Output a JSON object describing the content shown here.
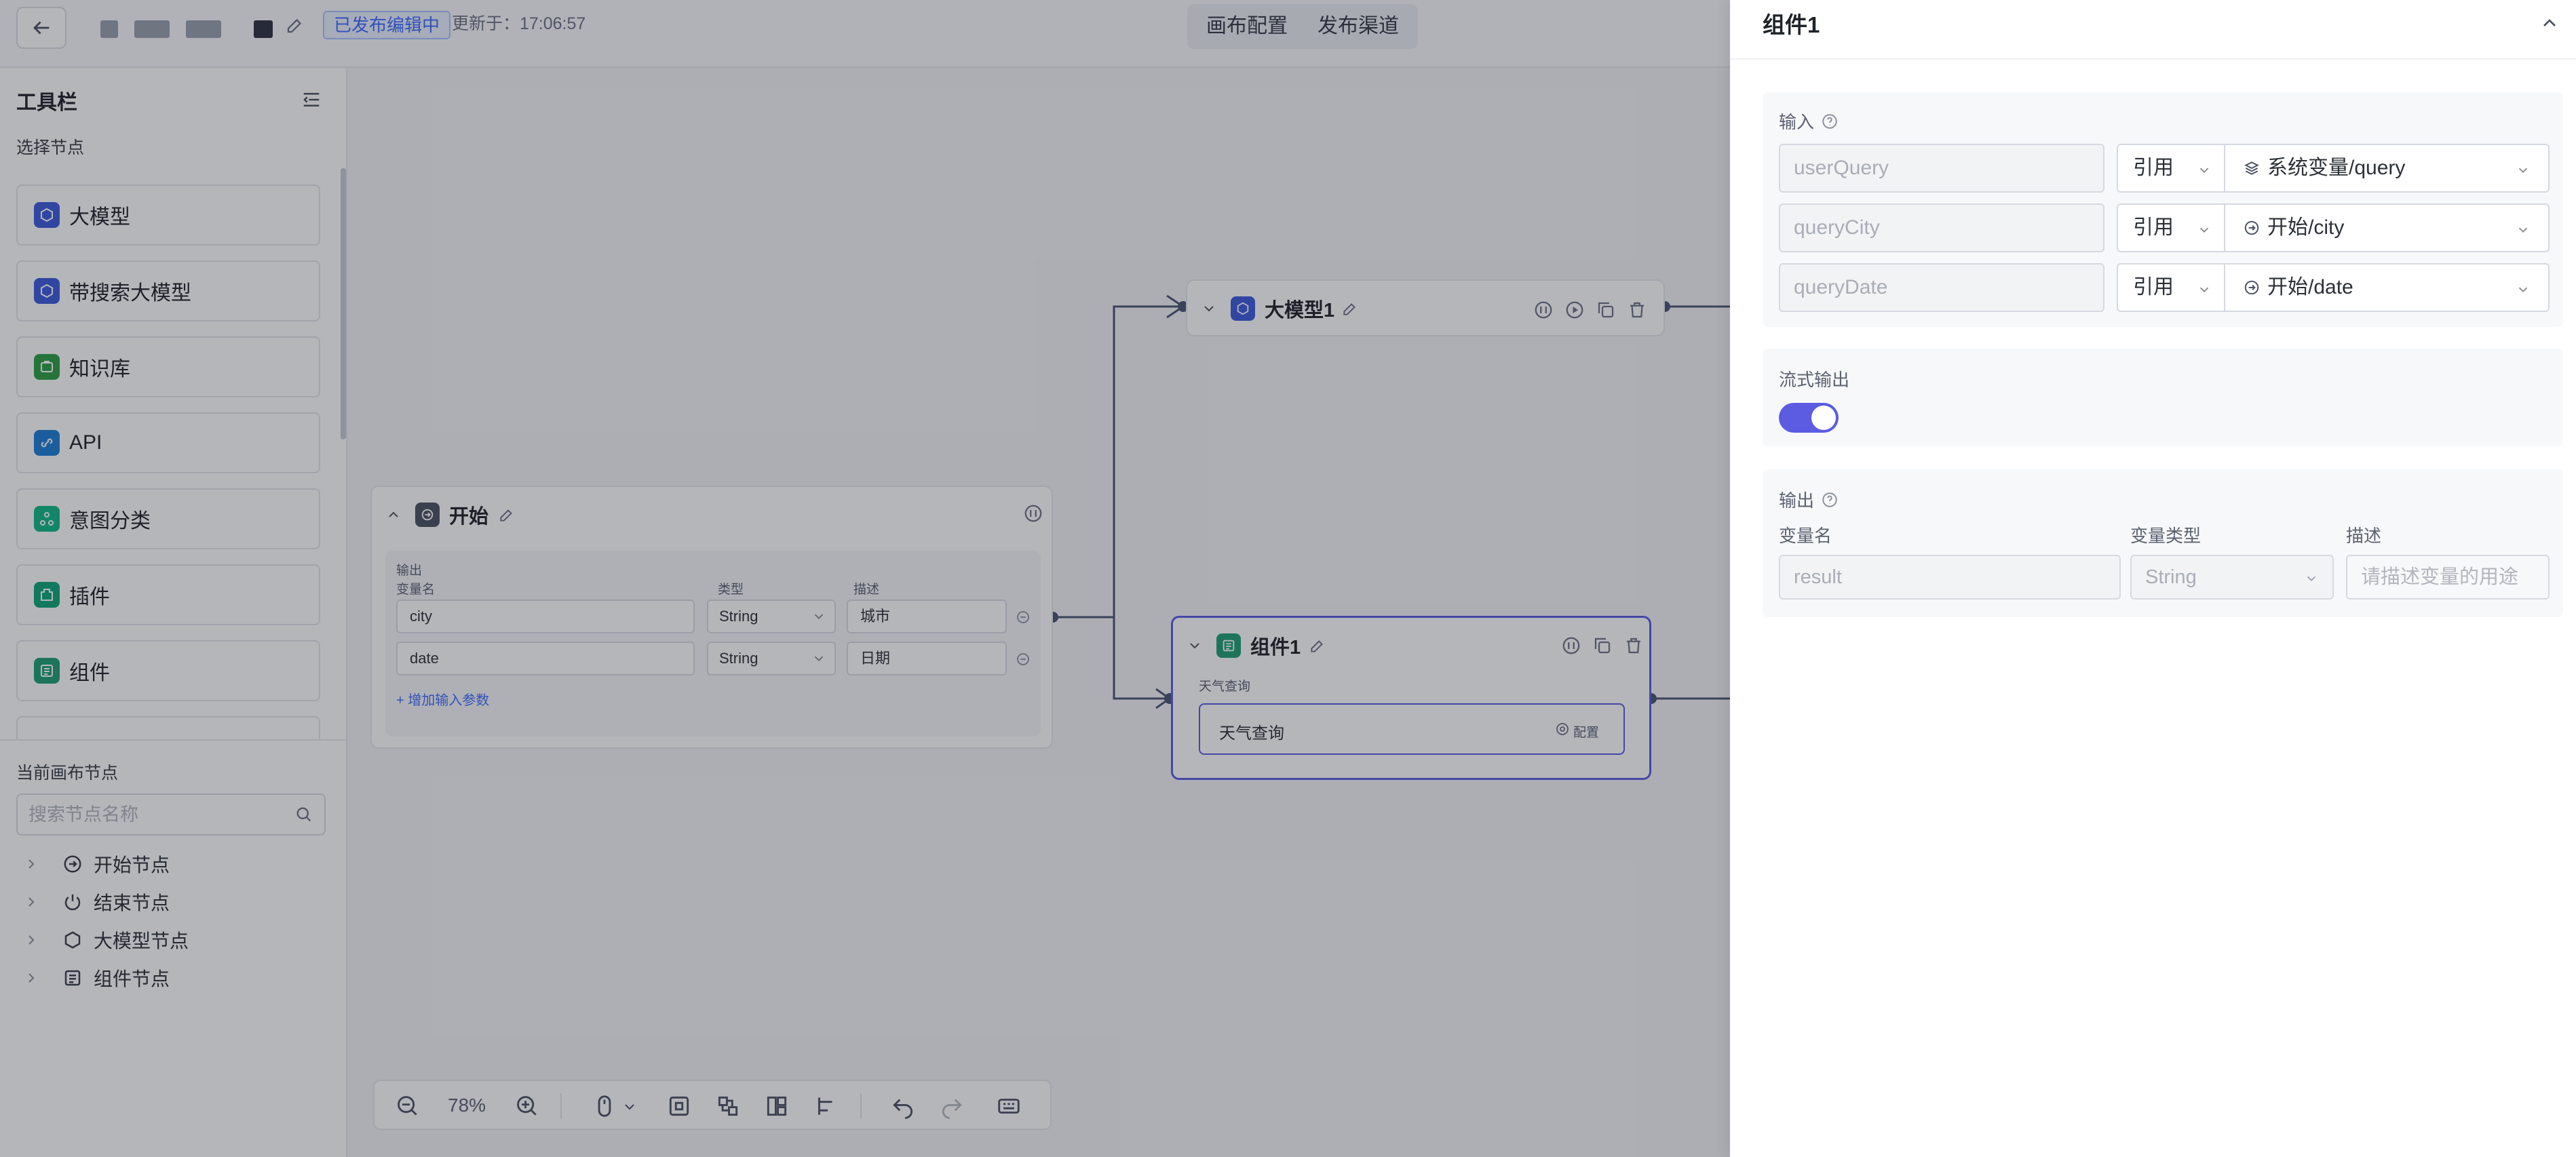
{
  "topbar": {
    "status_badge": "已发布编辑中",
    "updated_at": "更新于：17:06:57",
    "tabs": [
      {
        "label": "画布配置"
      },
      {
        "label": "发布渠道"
      }
    ]
  },
  "toolbar": {
    "title": "工具栏",
    "select_nodes_label": "选择节点",
    "nodes": [
      {
        "label": "大模型",
        "icon": "llm-icon"
      },
      {
        "label": "带搜索大模型",
        "icon": "search-llm-icon"
      },
      {
        "label": "知识库",
        "icon": "knowledge-base-icon"
      },
      {
        "label": "API",
        "icon": "api-link-icon"
      },
      {
        "label": "意图分类",
        "icon": "intent-classify-icon"
      },
      {
        "label": "插件",
        "icon": "plugin-icon"
      },
      {
        "label": "组件",
        "icon": "component-icon"
      }
    ],
    "canvas_nodes_title": "当前画布节点",
    "search_placeholder": "搜索节点名称",
    "tree": [
      {
        "label": "开始节点",
        "icon": "start-icon"
      },
      {
        "label": "结束节点",
        "icon": "power-icon"
      },
      {
        "label": "大模型节点",
        "icon": "llm-icon"
      },
      {
        "label": "组件节点",
        "icon": "component-icon"
      }
    ]
  },
  "canvas": {
    "llm_node": {
      "title": "大模型1"
    },
    "start_node": {
      "title": "开始",
      "output_label": "输出",
      "columns": [
        "变量名",
        "类型",
        "描述"
      ],
      "rows": [
        {
          "name": "city",
          "type": "String",
          "desc": "城市"
        },
        {
          "name": "date",
          "type": "String",
          "desc": "日期"
        }
      ],
      "add_param_label": "+ 增加输入参数"
    },
    "component_node": {
      "title": "组件1",
      "subtitle": "天气查询",
      "item_label": "天气查询",
      "config_label": "配置"
    },
    "zoom_level": "78%"
  },
  "panel": {
    "title": "组件1",
    "input_section": {
      "title": "输入",
      "rows": [
        {
          "name": "userQuery",
          "mode": "引用",
          "value": "系统变量/query",
          "value_icon": "layers-icon"
        },
        {
          "name": "queryCity",
          "mode": "引用",
          "value": "开始/city",
          "value_icon": "start-icon"
        },
        {
          "name": "queryDate",
          "mode": "引用",
          "value": "开始/date",
          "value_icon": "start-icon"
        }
      ]
    },
    "stream_section": {
      "title": "流式输出",
      "enabled": true
    },
    "output_section": {
      "title": "输出",
      "columns": [
        "变量名",
        "变量类型",
        "描述"
      ],
      "row": {
        "name": "result",
        "type": "String",
        "desc_placeholder": "请描述变量的用途"
      }
    }
  },
  "colors": {
    "accent": "#5b5ce2",
    "link": "#3d6bff",
    "llm_icon": "#3b5bdb",
    "knowledge_icon": "#2f9e44",
    "api_icon": "#1c7ed6",
    "intent_icon": "#12b886",
    "plugin_icon": "#0ca678",
    "component_icon": "#20a070"
  }
}
